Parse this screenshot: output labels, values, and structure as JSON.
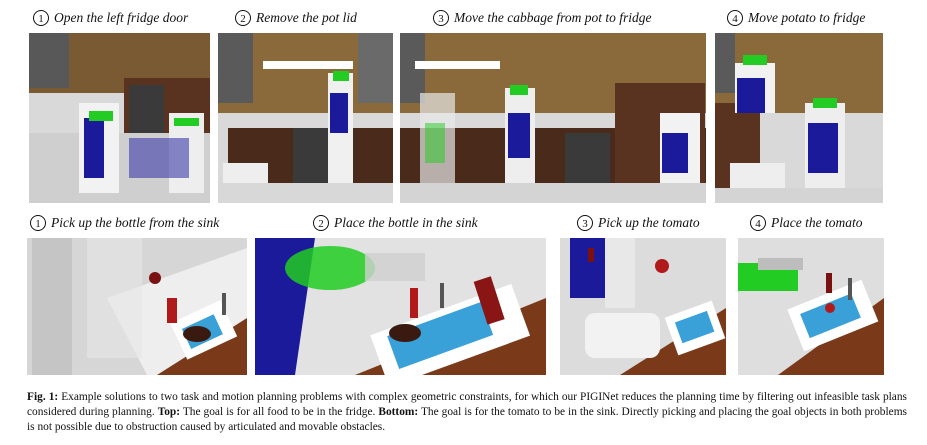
{
  "top_row": [
    {
      "num": "1",
      "label": "Open the left fridge door"
    },
    {
      "num": "2",
      "label": "Remove the pot lid"
    },
    {
      "num": "3",
      "label": "Move the cabbage from pot to fridge"
    },
    {
      "num": "4",
      "label": "Move potato to fridge"
    }
  ],
  "bottom_row": [
    {
      "num": "1",
      "label": "Pick up the bottle from the sink"
    },
    {
      "num": "2",
      "label": "Place the bottle in the sink"
    },
    {
      "num": "3",
      "label": "Pick up the tomato"
    },
    {
      "num": "4",
      "label": "Place the tomato"
    }
  ],
  "caption": {
    "fig_label": "Fig. 1:",
    "text_1": " Example solutions to two task and motion planning problems with complex geometric constraints, for which our PIGINet reduces the planning time by filtering out infeasible task plans considered during planning. ",
    "top_label": "Top:",
    "text_2": " The goal is for all food to be in the fridge. ",
    "bottom_label": "Bottom:",
    "text_3": " The goal is for the tomato to be in the sink. Directly picking and placing the goal objects in both problems is not possible due to obstruction caused by articulated and movable obstacles."
  }
}
